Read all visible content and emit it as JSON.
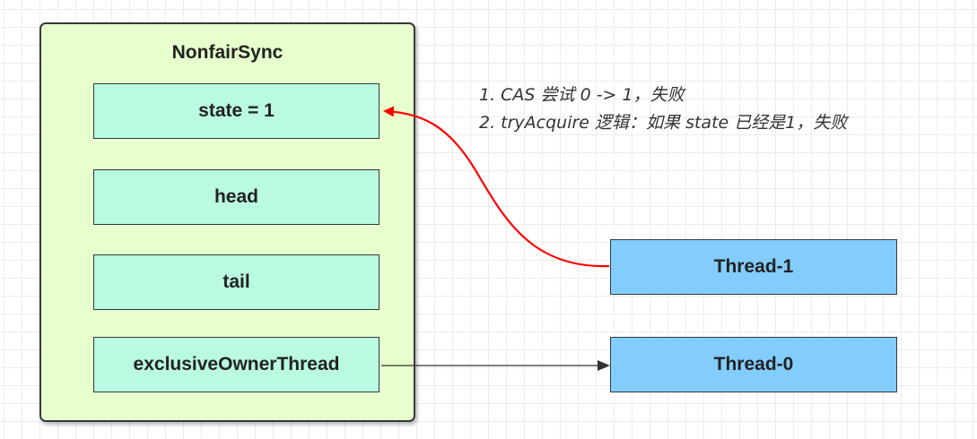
{
  "diagram": {
    "container": {
      "title": "NonfairSync",
      "fields": [
        "state = 1",
        "head",
        "tail",
        "exclusiveOwnerThread"
      ]
    },
    "threads": {
      "thread1": "Thread-1",
      "thread0": "Thread-0"
    },
    "notes": [
      "1. CAS 尝试 0 -> 1，失败",
      "2. tryAcquire 逻辑：如果 state 已经是1，失败"
    ],
    "colors": {
      "container_fill": "#e6ffcc",
      "field_fill": "#b9fae0",
      "thread_fill": "#82cdfb",
      "failed_arrow": "#ff0000",
      "owner_arrow": "#333333"
    }
  }
}
